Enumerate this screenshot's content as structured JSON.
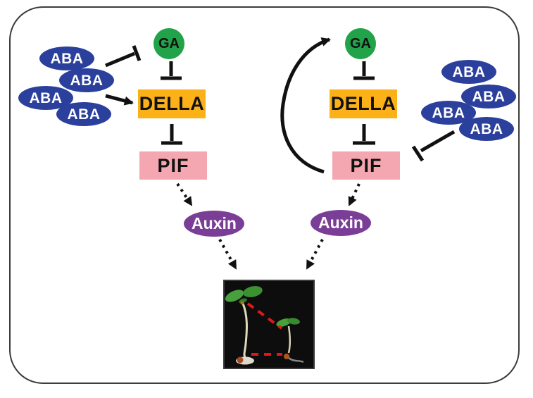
{
  "labels": {
    "left": {
      "aba": [
        "ABA",
        "ABA",
        "ABA",
        "ABA"
      ],
      "ga": "GA",
      "della": "DELLA",
      "pif": "PIF",
      "auxin": "Auxin"
    },
    "right": {
      "ga": "GA",
      "della": "DELLA",
      "pif": "PIF",
      "auxin": "Auxin",
      "aba": [
        "ABA",
        "ABA",
        "ABA",
        "ABA"
      ]
    }
  },
  "colors": {
    "aba_fill": "#2b3f9d",
    "aba_text": "#ffffff",
    "ga_fill": "#22a34a",
    "ga_text": "#111111",
    "della_fill": "#fbb117",
    "della_text": "#111111",
    "pif_fill": "#f4a7b0",
    "pif_text": "#111111",
    "auxin_fill": "#7b3e97",
    "auxin_text": "#ffffff",
    "arrow": "#111111",
    "dashed_line": "#e01818",
    "photo_background": "#0d0d0d",
    "frame_border": "#3c3c3c"
  }
}
